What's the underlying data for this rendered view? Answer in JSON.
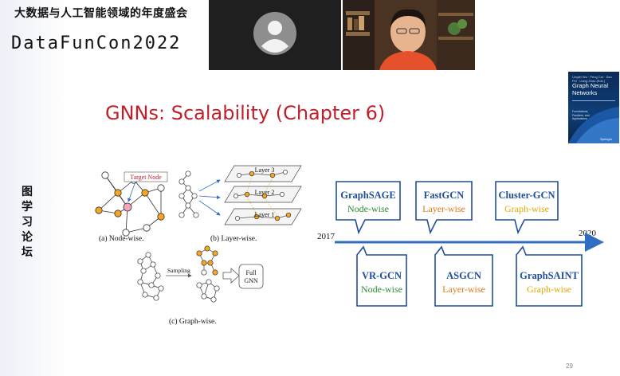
{
  "header": {
    "brand_cn": "大数据与人工智能领域的年度盛会",
    "brand_en": "DataFunCon2022"
  },
  "sidebar_vertical": [
    "图",
    "学",
    "习",
    "论",
    "坛"
  ],
  "video": {
    "tile1_icon": "avatar-placeholder-icon",
    "tile2_icon": "speaker-video"
  },
  "book": {
    "author_line": "Lingfei Wu · Peng Cui · Jian Pei · Liang Zhao (Eds.)",
    "title_line1": "Graph Neural",
    "title_line2": "Networks",
    "subtitle": "Foundations, Frontiers, and Applications",
    "publisher": "Springer"
  },
  "slide": {
    "title": "GNNs: Scalability (Chapter 6)",
    "page_number": "29"
  },
  "figure": {
    "target_node": "Target Node",
    "node_wise_caption": "(a) Node-wise.",
    "layer_wise_caption": "(b) Layer-wise.",
    "graph_wise_caption": "(c) Graph-wise.",
    "layers": [
      "Layer 3",
      "Layer 2",
      "Layer 1"
    ],
    "sampling": "Sampling",
    "full_gnn_1": "Full",
    "full_gnn_2": "GNN"
  },
  "timeline": {
    "start_year": "2017",
    "end_year": "2020",
    "top": [
      {
        "name": "GraphSAGE",
        "kind": "Node-wise",
        "color": "#2e8b2e"
      },
      {
        "name": "FastGCN",
        "kind": "Layer-wise",
        "color": "#e07a1a"
      },
      {
        "name": "Cluster-GCN",
        "kind": "Graph-wise",
        "color": "#e0a800"
      }
    ],
    "bottom": [
      {
        "name": "VR-GCN",
        "kind": "Node-wise",
        "color": "#2e8b2e"
      },
      {
        "name": "ASGCN",
        "kind": "Layer-wise",
        "color": "#e07a1a"
      },
      {
        "name": "GraphSAINT",
        "kind": "Graph-wise",
        "color": "#e0a800"
      }
    ],
    "axis_color": "#2f6fc2"
  }
}
